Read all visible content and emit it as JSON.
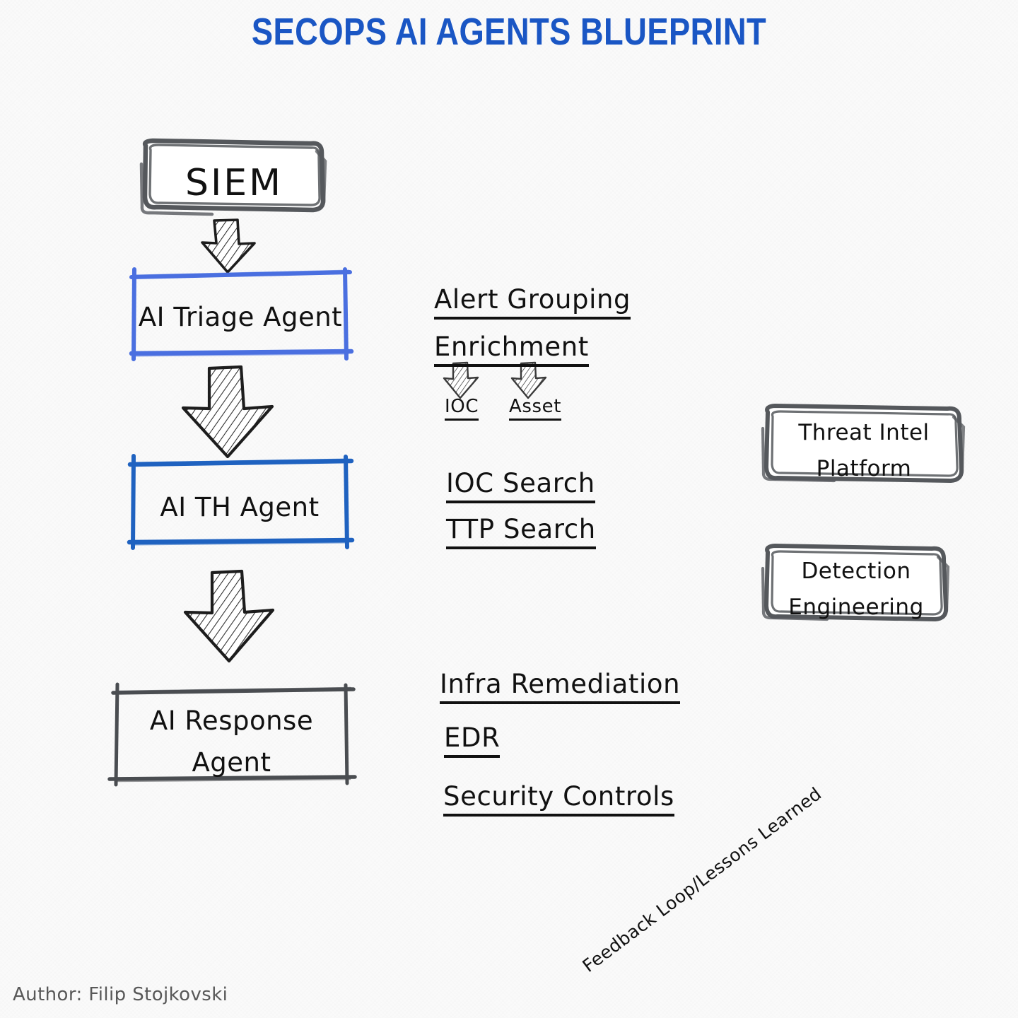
{
  "title": "SECOPS AI AGENTS BLUEPRINT",
  "colors": {
    "title_blue": "#1a56c4",
    "triage_box_blue": "#4a6fe0",
    "th_box_blue": "#1f62c0",
    "sketch_gray": "#55585c",
    "ink_black": "#111111",
    "author_gray": "#585858",
    "background": "#fafafa"
  },
  "nodes": {
    "siem": {
      "label": "SIEM"
    },
    "triage_agent": {
      "label": "AI Triage Agent"
    },
    "th_agent": {
      "label": "AI TH Agent"
    },
    "response_agent": {
      "line1": "AI Response",
      "line2": "Agent"
    },
    "threat_intel": {
      "line1": "Threat Intel",
      "line2": "Platform"
    },
    "detection_eng": {
      "line1": "Detection",
      "line2": "Engineering"
    }
  },
  "annotations": {
    "triage": {
      "items": [
        "Alert Grouping",
        "Enrichment"
      ],
      "branches": [
        "IOC",
        "Asset"
      ]
    },
    "hunting": {
      "items": [
        "IOC Search",
        "TTP Search"
      ]
    },
    "response": {
      "items": [
        "Infra Remediation",
        "EDR",
        "Security Controls"
      ]
    }
  },
  "feedback_label": "Feedback Loop/Lessons Learned",
  "author": "Author: Filip Stojkovski",
  "icons": {
    "arrow_siem_to_triage": "down-arrow-icon",
    "arrow_triage_to_th": "down-arrow-icon",
    "arrow_th_to_response": "down-arrow-icon",
    "arrow_enrich_ioc": "small-down-arrow-icon",
    "arrow_enrich_asset": "small-down-arrow-icon"
  }
}
